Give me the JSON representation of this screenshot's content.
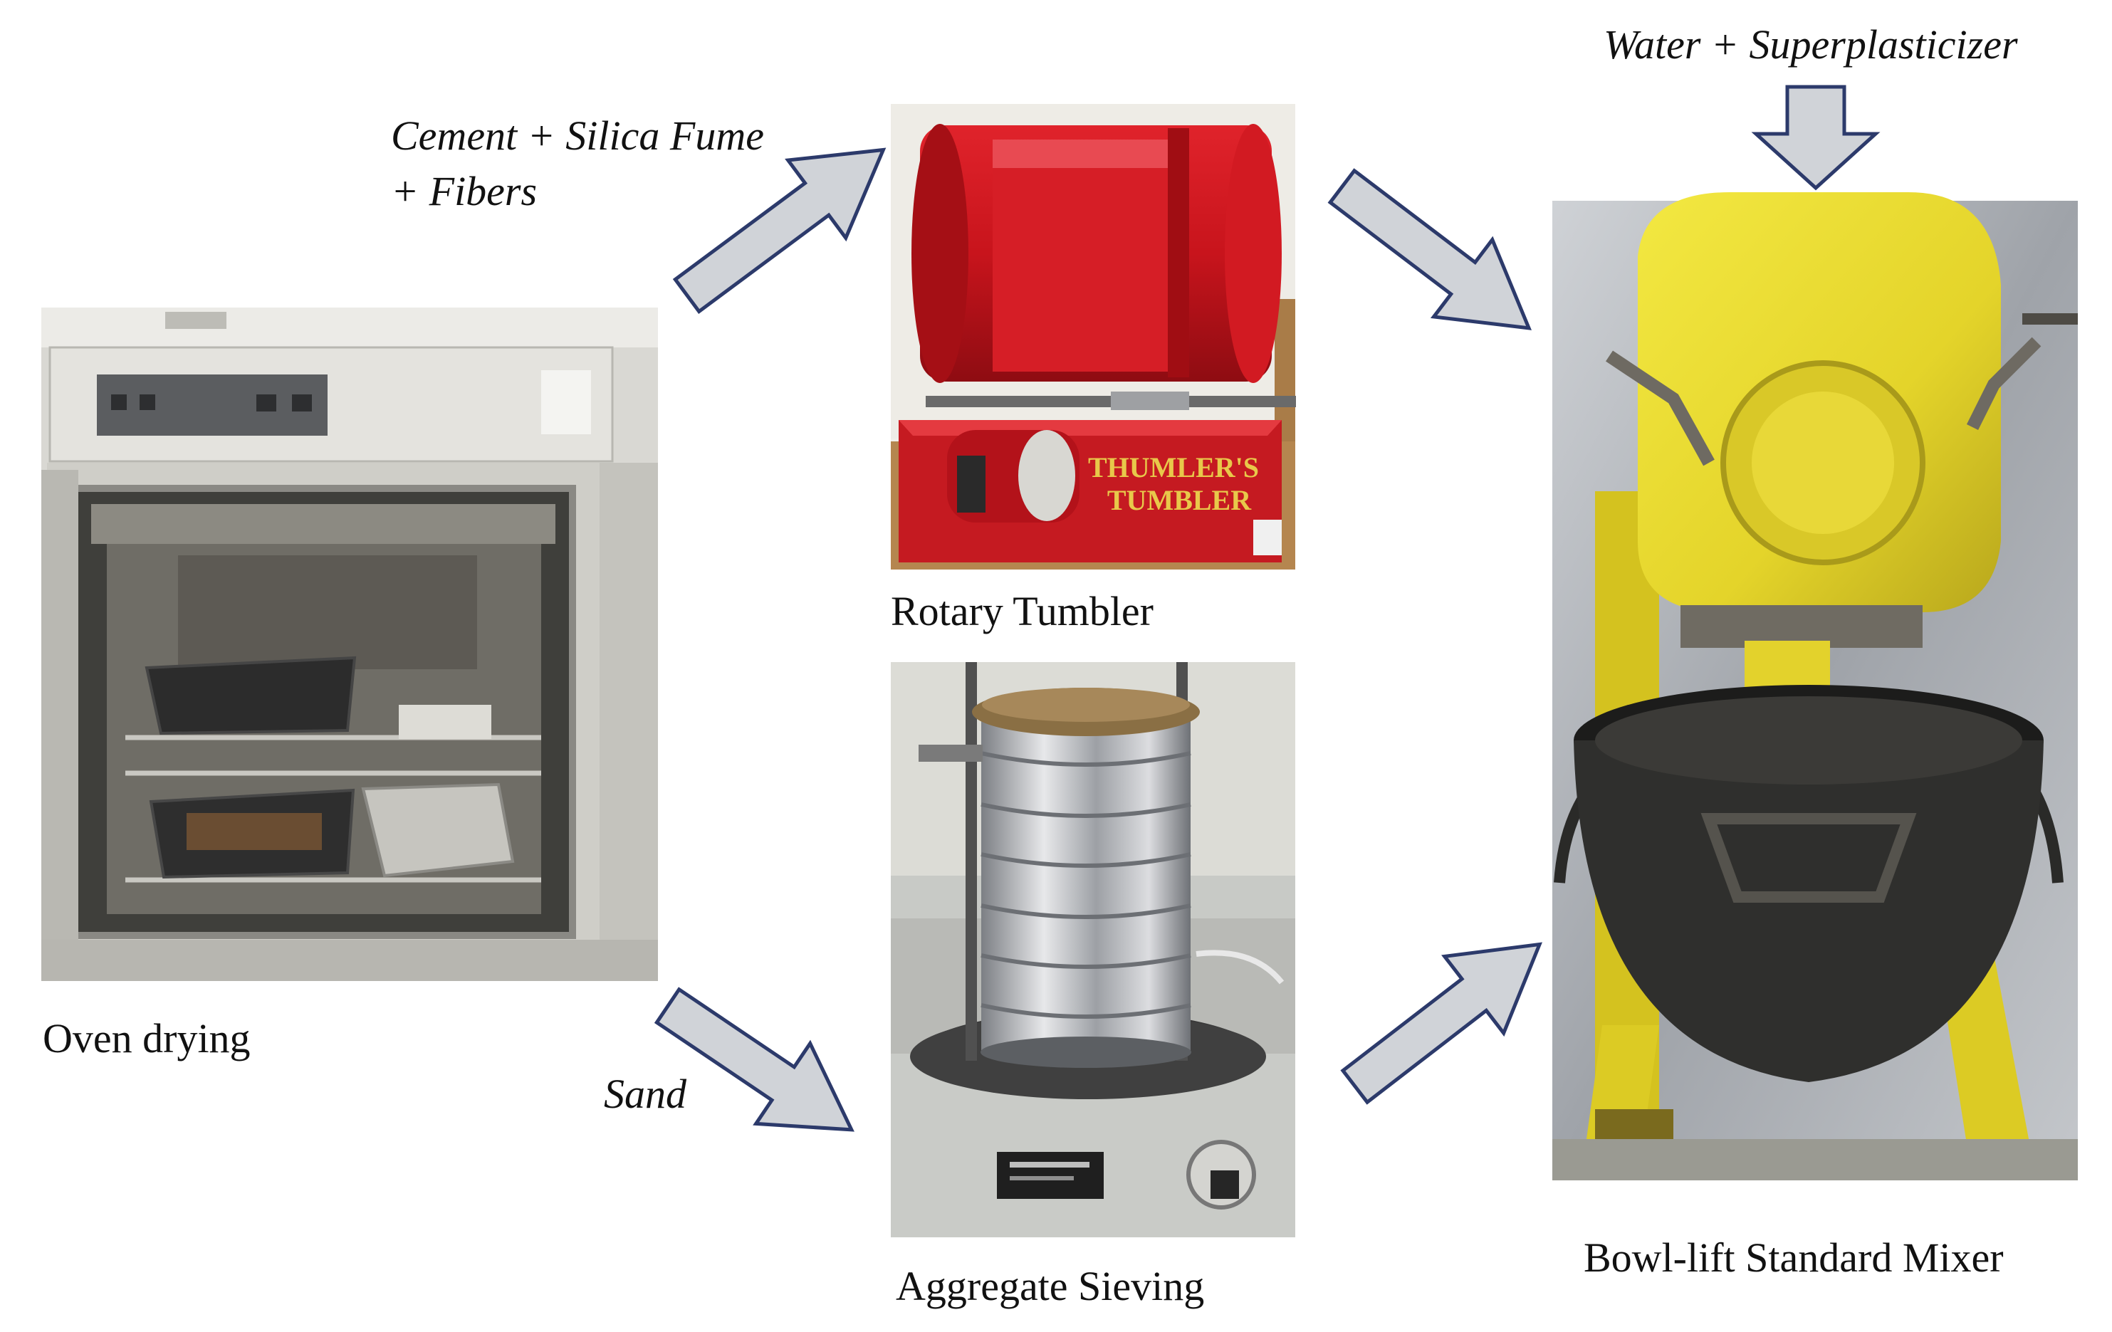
{
  "labels": {
    "oven": "Oven drying",
    "tumbler": "Rotary Tumbler",
    "sieving": "Aggregate Sieving",
    "mixer": "Bowl-lift Standard Mixer",
    "cement_line1": "Cement + Silica Fume",
    "cement_line2": "+ Fibers",
    "sand": "Sand",
    "water": "Water + Superplasticizer"
  },
  "device_text": {
    "tumbler_brand_1": "THUMLER'S",
    "tumbler_brand_2": "TUMBLER"
  },
  "colors": {
    "arrow_fill": "#d0d3d8",
    "arrow_stroke": "#2c3a6b",
    "tumbler_red": "#c8141c",
    "mixer_yellow": "#e8dc30"
  }
}
